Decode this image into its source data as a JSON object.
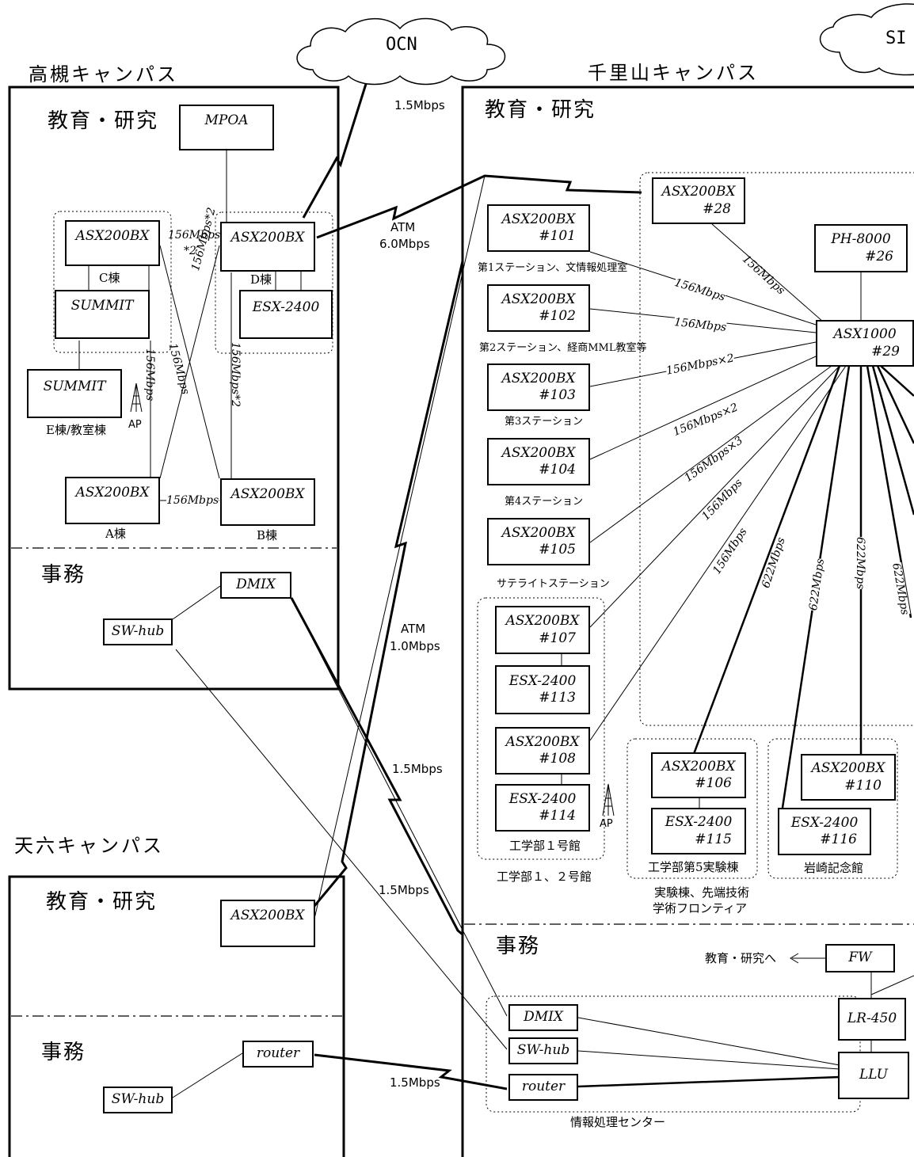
{
  "clouds": {
    "ocn": "OCN",
    "sinet": "SI"
  },
  "campuses": {
    "takatsuki": "高槻キャンパス",
    "senriyama": "千里山キャンパス",
    "tenroku": "天六キャンパス"
  },
  "sections": {
    "takatsuki_edu": "教育・研究",
    "takatsuki_admin": "事務",
    "senri_edu": "教育・研究",
    "senri_admin": "事務",
    "tenroku_edu": "教育・研究",
    "tenroku_admin": "事務"
  },
  "takatsuki": {
    "mpoa": "MPOA",
    "asx_c": "ASX200BX",
    "asx_d": "ASX200BX",
    "summit_c": "SUMMIT",
    "esx_d": "ESX-2400",
    "summit_e": "SUMMIT",
    "asx_a": "ASX200BX",
    "asx_b": "ASX200BX",
    "dmix": "DMIX",
    "swhub": "SW-hub",
    "c_bldg": "C棟",
    "d_bldg": "D棟",
    "e_bldg": "E棟/教室棟",
    "a_bldg": "A棟",
    "b_bldg": "B棟",
    "ap": "AP",
    "l_cd_a": "156Mbps",
    "l_cd_b": "*2",
    "l_diag1": "156Mbps*2",
    "l_diag2": "156Mbps",
    "l_vert_c": "156Mbps",
    "l_vert_d": "156Mbps*2",
    "l_ab": "156Mbps"
  },
  "links": {
    "ocn_speed": "1.5Mbps",
    "atm6_a": "ATM",
    "atm6_b": "6.0Mbps",
    "atm1_a": "ATM",
    "atm1_b": "1.0Mbps",
    "s15a": "1.5Mbps",
    "s15b": "1.5Mbps",
    "s15c": "1.5Mbps"
  },
  "senri": {
    "n28": [
      "ASX200BX",
      "#28"
    ],
    "n26": [
      "PH-8000",
      "#26"
    ],
    "n29": [
      "ASX1000",
      "#29"
    ],
    "n101": [
      "ASX200BX",
      "#101"
    ],
    "n102": [
      "ASX200BX",
      "#102"
    ],
    "n103": [
      "ASX200BX",
      "#103"
    ],
    "n104": [
      "ASX200BX",
      "#104"
    ],
    "n105": [
      "ASX200BX",
      "#105"
    ],
    "n107": [
      "ASX200BX",
      "#107"
    ],
    "n113": [
      "ESX-2400",
      "#113"
    ],
    "n108": [
      "ASX200BX",
      "#108"
    ],
    "n114": [
      "ESX-2400",
      "#114"
    ],
    "n106": [
      "ASX200BX",
      "#106"
    ],
    "n115": [
      "ESX-2400",
      "#115"
    ],
    "n110": [
      "ASX200BX",
      "#110"
    ],
    "n116": [
      "ESX-2400",
      "#116"
    ],
    "st1": "第1ステーション、文情報処理室",
    "st2": "第2ステーション、経商MML教室等",
    "st3": "第3ステーション",
    "st4": "第4ステーション",
    "st_sat": "サテライトステーション",
    "eng1": "工学部１号館",
    "eng12": "工学部１、２号館",
    "eng5": "工学部第5実験棟",
    "exp1": "実験棟、先端技術",
    "exp2": "学術フロンティア",
    "iwasaki": "岩崎記念館",
    "ap": "AP",
    "l28": "156Mbps",
    "l101": "156Mbps",
    "l102": "156Mbps",
    "l103": "156Mbps×2",
    "l104": "156Mbps×2",
    "l105": "156Mbps×3",
    "l107": "156Mbps",
    "l108": "156Mbps",
    "l106": "622Mbps",
    "l116": "622Mbps",
    "l110": "622Mbps",
    "l_right": "622Mbps",
    "fw": "FW",
    "to_edu": "教育・研究へ",
    "lr450": "LR-450",
    "llu": "LLU",
    "dmix": "DMIX",
    "swhub": "SW-hub",
    "router": "router",
    "center": "情報処理センター"
  },
  "tenroku": {
    "asx": "ASX200BX",
    "router": "router",
    "swhub": "SW-hub"
  }
}
